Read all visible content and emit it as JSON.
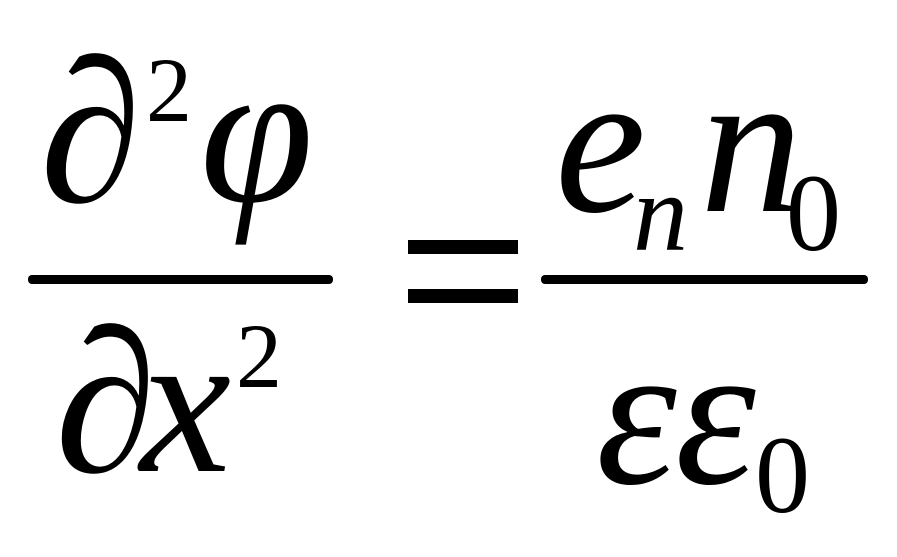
{
  "equation": {
    "lhs": {
      "numerator": {
        "partial": "∂",
        "power": "2",
        "symbol": "φ"
      },
      "denominator": {
        "partial": "∂",
        "variable": "x",
        "power": "2"
      }
    },
    "relation": "=",
    "rhs": {
      "numerator": {
        "base": "e",
        "base_subscript": "n",
        "factor": "n",
        "factor_subscript": "0"
      },
      "denominator": {
        "first": "ε",
        "second": "ε",
        "second_subscript": "0"
      }
    }
  }
}
